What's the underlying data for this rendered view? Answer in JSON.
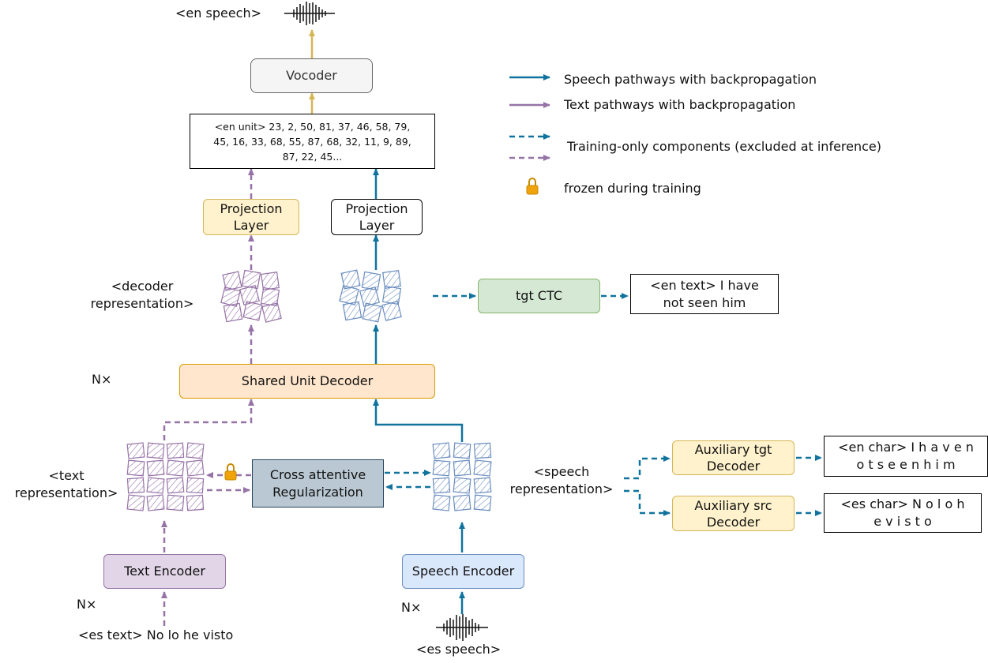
{
  "colors": {
    "speech": "#10739e",
    "text": "#9673a6",
    "output": "#d6b656",
    "lock": "#f0a30a"
  },
  "top": {
    "en_speech_label": "<en speech>",
    "vocoder": "Vocoder"
  },
  "units_box": {
    "lines": [
      "<en unit>  23, 2, 50, 81, 37, 46, 58, 79,",
      "45, 16, 33, 68, 55, 87, 68, 32, 11, 9, 89,",
      "87, 22, 45..."
    ]
  },
  "projection": {
    "left": [
      "Projection",
      "Layer"
    ],
    "right": [
      "Projection",
      "Layer"
    ]
  },
  "legend": {
    "speech": "Speech pathways with backpropagation",
    "text": "Text pathways with backpropagation",
    "training": "Training-only components (excluded at inference)",
    "frozen": "frozen during training"
  },
  "decoder_rep": [
    "<decoder",
    "representation>"
  ],
  "ctc": {
    "label": "tgt CTC",
    "output": [
      "<en text>  I have",
      "not seen him"
    ]
  },
  "shared_decoder": {
    "label": "Shared Unit Decoder",
    "repeat": "N×"
  },
  "text_rep": [
    "<text",
    "representation>"
  ],
  "cross": [
    "Cross attentive",
    "Regularization"
  ],
  "speech_rep": [
    "<speech",
    "representation>"
  ],
  "aux_tgt": {
    "label": [
      "Auxiliary tgt",
      "Decoder"
    ],
    "output": [
      "<en char>  I h a v e n",
      "o t s e e n h i m"
    ]
  },
  "aux_src": {
    "label": [
      "Auxiliary src",
      "Decoder"
    ],
    "output": [
      "<es char>  N o l o h",
      "e v i s t o"
    ]
  },
  "text_encoder": {
    "label": "Text Encoder",
    "repeat": "N×",
    "input": "<es text> No lo he visto"
  },
  "speech_encoder": {
    "label": "Speech Encoder",
    "repeat": "N×",
    "input": "<es speech>"
  }
}
